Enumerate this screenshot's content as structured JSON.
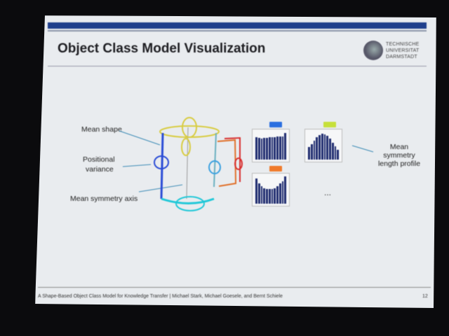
{
  "slide": {
    "title": "Object Class Model Visualization",
    "logo_text": [
      "TECHNISCHE",
      "UNIVERSITAT",
      "DARMSTADT"
    ],
    "labels": {
      "mean_shape": "Mean shape",
      "positional_variance_1": "Positional",
      "positional_variance_2": "variance",
      "mean_symmetry_axis": "Mean symmetry axis",
      "profile_1": "Mean",
      "profile_2": "symmetry",
      "profile_3": "length profile"
    },
    "ellipsis": "...",
    "histograms": [
      {
        "badge_color": "#2b6fe0",
        "profile": [
          0.8,
          0.78,
          0.76,
          0.77,
          0.78,
          0.79,
          0.8,
          0.81,
          0.82,
          0.82,
          0.83,
          0.95
        ]
      },
      {
        "badge_color": "#c6e03a",
        "profile": [
          0.45,
          0.55,
          0.68,
          0.8,
          0.88,
          0.92,
          0.9,
          0.84,
          0.74,
          0.6,
          0.48,
          0.35
        ]
      },
      {
        "badge_color": "#f07a2a",
        "profile": [
          0.9,
          0.72,
          0.62,
          0.56,
          0.53,
          0.52,
          0.53,
          0.56,
          0.62,
          0.72,
          0.8,
          0.98
        ]
      }
    ],
    "footer": "A Shape-Based Object Class Model for Knowledge Transfer | Michael Stark, Michael Goesele, and Bernt Schiele",
    "page_number": "12"
  }
}
